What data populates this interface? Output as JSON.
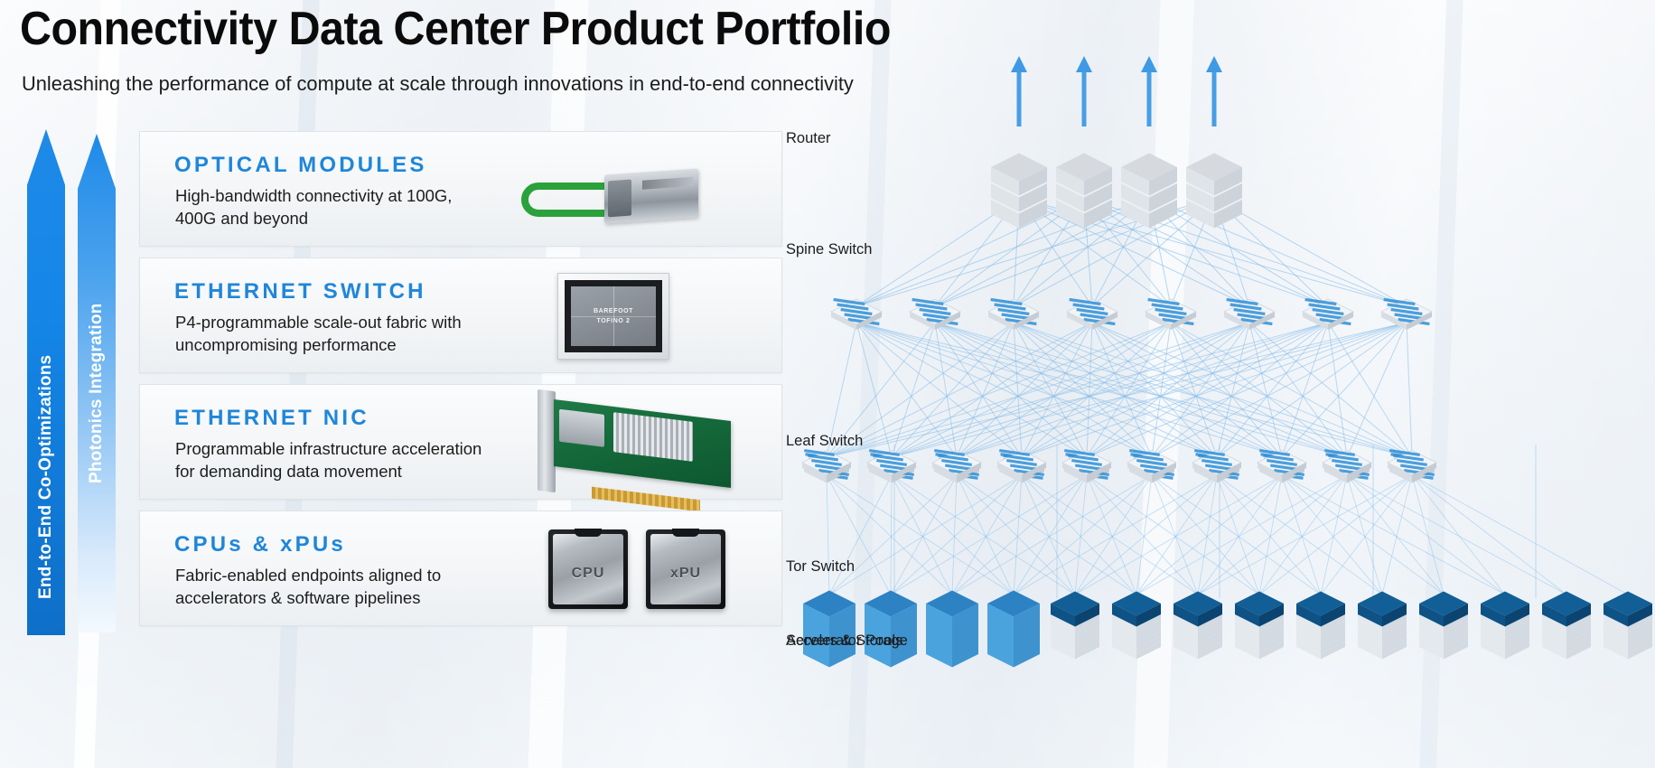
{
  "header": {
    "title": "Connectivity Data Center Product Portfolio",
    "subtitle": "Unleashing the performance of compute at scale through innovations in end-to-end connectivity"
  },
  "arrows": [
    {
      "id": "end-to-end",
      "label": "End-to-End Co-Optimizations",
      "color": "#1586e8",
      "style": "solid"
    },
    {
      "id": "photonics",
      "label": "Photonics Integration",
      "color": "#1e8ae8",
      "style": "gradient-fade"
    }
  ],
  "cards": [
    {
      "title": "OPTICAL MODULES",
      "desc": "High-bandwidth connectivity at 100G,\n400G and beyond",
      "art": "qsfp-optical-module"
    },
    {
      "title": "ETHERNET SWITCH",
      "desc": "P4-programmable scale-out fabric with\nuncompromising performance",
      "art": "barefoot-tofino-2-chip",
      "chip_line1": "BAREFOOT",
      "chip_line2": "TOFINO 2"
    },
    {
      "title": "ETHERNET NIC",
      "desc": "Programmable infrastructure acceleration\nfor demanding data movement",
      "art": "pcie-network-adapter"
    },
    {
      "title": "CPUs & xPUs",
      "desc": "Fabric-enabled endpoints aligned to\naccelerators & software pipelines",
      "art": "cpu-and-xpu-packages",
      "pkg_cpu": "CPU",
      "pkg_xpu": "xPU"
    }
  ],
  "diagram": {
    "labels": {
      "router": "Router",
      "spine": "Spine Switch",
      "leaf": "Leaf Switch",
      "tor": "Tor Switch",
      "accelerators": "Accelerator Pools",
      "servers": "Servers & Storage"
    },
    "tiers": {
      "router_count": 4,
      "spine_count": 8,
      "leaf_count": 10,
      "accelerator_count": 4,
      "server_count": 10
    },
    "colors": {
      "link": "#7fb9e8",
      "uplink_arrow": "#3f9ae5",
      "accelerator": "#4aa3dd",
      "accelerator_top": "#2d82c4",
      "server_top": "#115f96",
      "device_body": "#e9edf1"
    }
  }
}
